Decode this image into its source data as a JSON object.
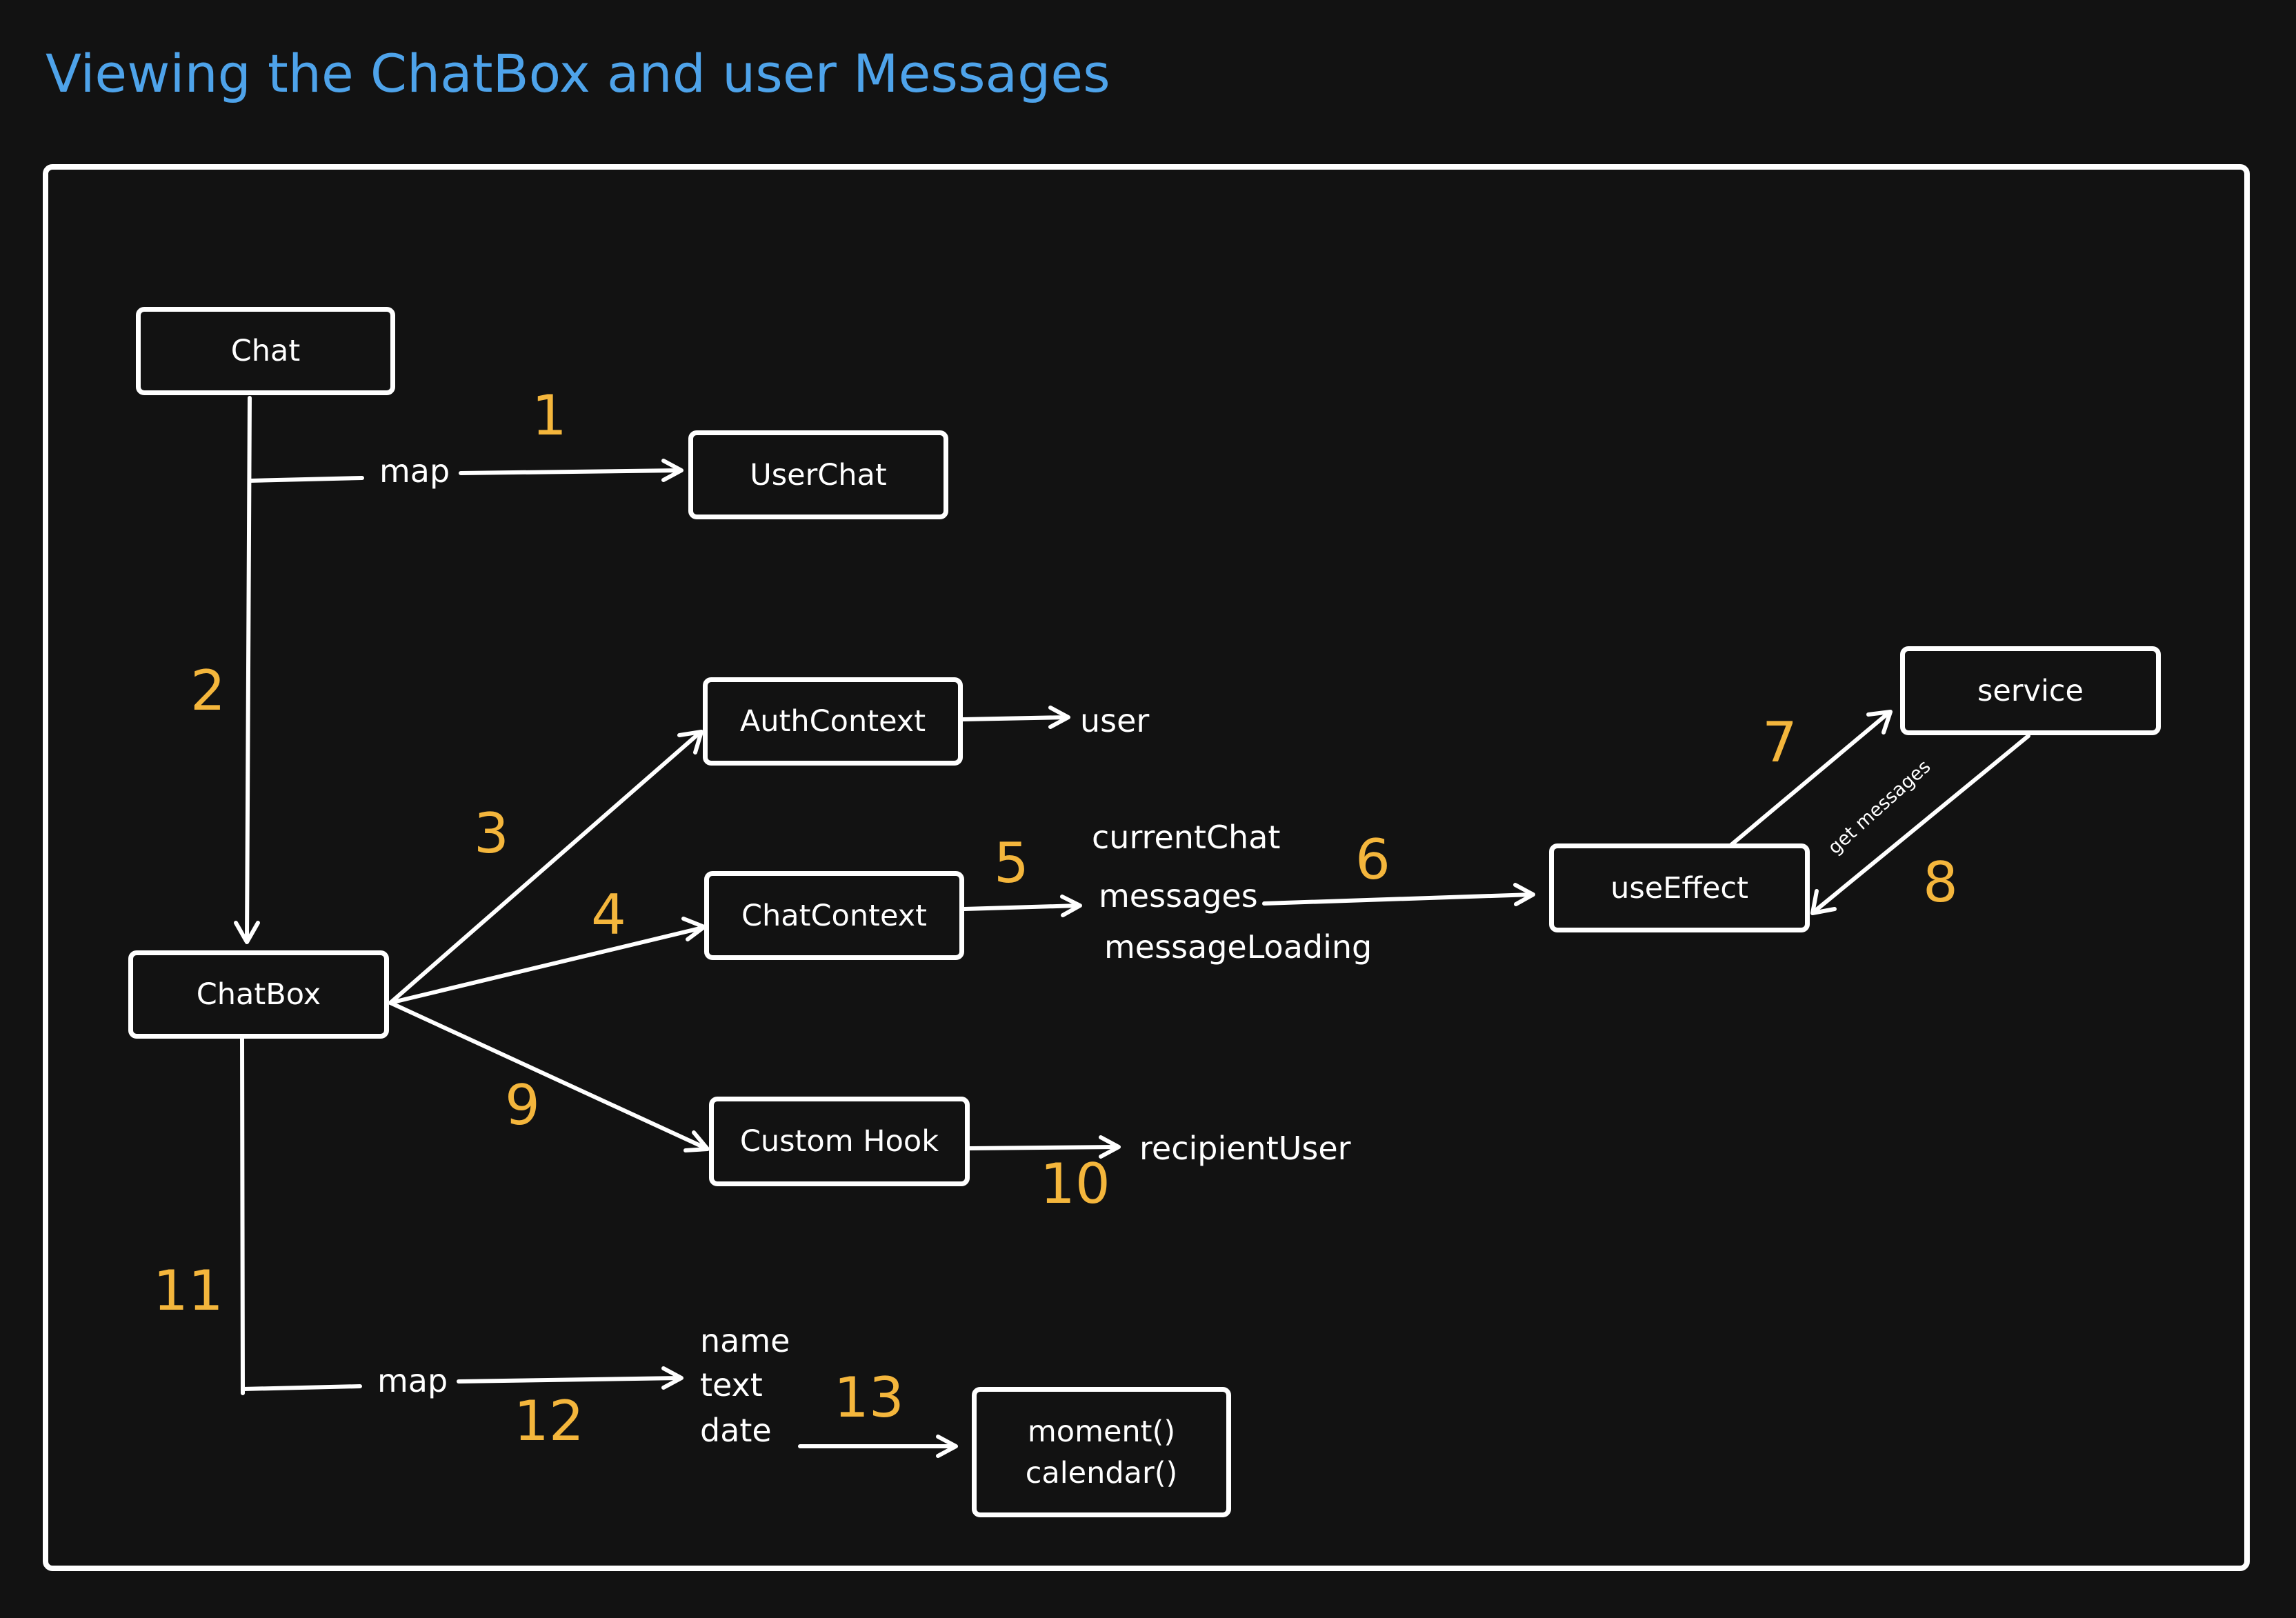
{
  "title": "Viewing the ChatBox and user Messages",
  "nodes": {
    "chat": "Chat",
    "userchat": "UserChat",
    "chatbox": "ChatBox",
    "authcontext": "AuthContext",
    "chatcontext": "ChatContext",
    "customhook": "Custom Hook",
    "useeffect": "useEffect",
    "service": "service",
    "moment": "moment()",
    "calendar": "calendar()"
  },
  "labels": {
    "map_top": "map",
    "map_bottom": "map",
    "user": "user",
    "current_chat": "currentChat",
    "messages": "messages",
    "message_loading": "messageLoading",
    "recipient_user": "recipientUser",
    "name": "name",
    "text": "text",
    "date": "date",
    "get_messages": "get messages"
  },
  "steps": [
    "1",
    "2",
    "3",
    "4",
    "5",
    "6",
    "7",
    "8",
    "9",
    "10",
    "11",
    "12",
    "13"
  ],
  "colors": {
    "background": "#121212",
    "title": "#4ea3ea",
    "step_number": "#f4b63c",
    "line": "#ffffff"
  }
}
